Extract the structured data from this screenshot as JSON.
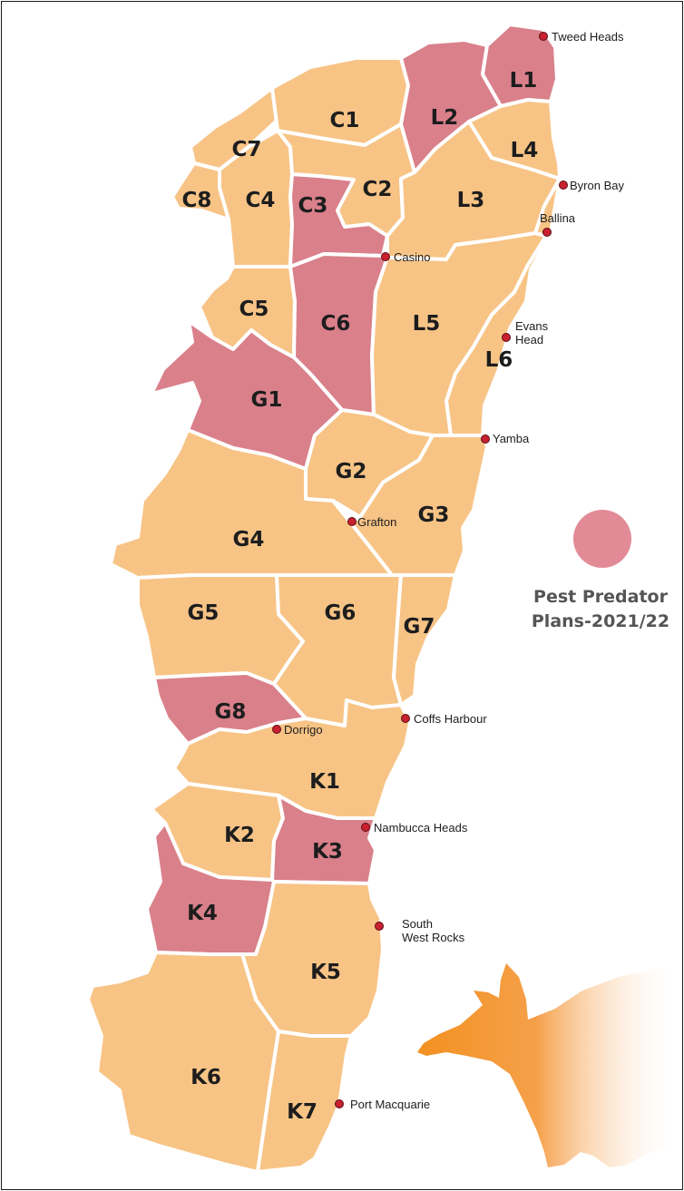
{
  "colors": {
    "plan_zone": "#d9808b",
    "other_zone": "#f7c486",
    "border": "#ffffff",
    "town": "#c8202f",
    "fox": "#f39121",
    "legend_swatch": "#e28b97"
  },
  "legend": {
    "line1": "Pest Predator",
    "line2": "Plans-2021/22"
  },
  "zones": [
    {
      "id": "L1",
      "plan": true
    },
    {
      "id": "L2",
      "plan": true
    },
    {
      "id": "L3",
      "plan": false
    },
    {
      "id": "L4",
      "plan": false
    },
    {
      "id": "L5",
      "plan": false
    },
    {
      "id": "L6",
      "plan": false
    },
    {
      "id": "C1",
      "plan": false
    },
    {
      "id": "C2",
      "plan": false
    },
    {
      "id": "C3",
      "plan": true
    },
    {
      "id": "C4",
      "plan": false
    },
    {
      "id": "C5",
      "plan": false
    },
    {
      "id": "C6",
      "plan": true
    },
    {
      "id": "C7",
      "plan": false
    },
    {
      "id": "C8",
      "plan": false
    },
    {
      "id": "G1",
      "plan": true
    },
    {
      "id": "G2",
      "plan": false
    },
    {
      "id": "G3",
      "plan": false
    },
    {
      "id": "G4",
      "plan": false
    },
    {
      "id": "G5",
      "plan": false
    },
    {
      "id": "G6",
      "plan": false
    },
    {
      "id": "G7",
      "plan": false
    },
    {
      "id": "G8",
      "plan": true
    },
    {
      "id": "K1",
      "plan": false
    },
    {
      "id": "K2",
      "plan": false
    },
    {
      "id": "K3",
      "plan": true
    },
    {
      "id": "K4",
      "plan": true
    },
    {
      "id": "K5",
      "plan": false
    },
    {
      "id": "K6",
      "plan": false
    },
    {
      "id": "K7",
      "plan": false
    }
  ],
  "towns": {
    "tweed_heads": "Tweed Heads",
    "byron_bay": "Byron Bay",
    "ballina": "Ballina",
    "casino": "Casino",
    "evans_head_1": "Evans",
    "evans_head_2": "Head",
    "yamba": "Yamba",
    "grafton": "Grafton",
    "coffs_harbour": "Coffs Harbour",
    "dorrigo": "Dorrigo",
    "nambucca_heads": "Nambucca Heads",
    "south_west_rocks_1": "South",
    "south_west_rocks_2": "West Rocks",
    "port_macquarie": "Port Macquarie"
  }
}
